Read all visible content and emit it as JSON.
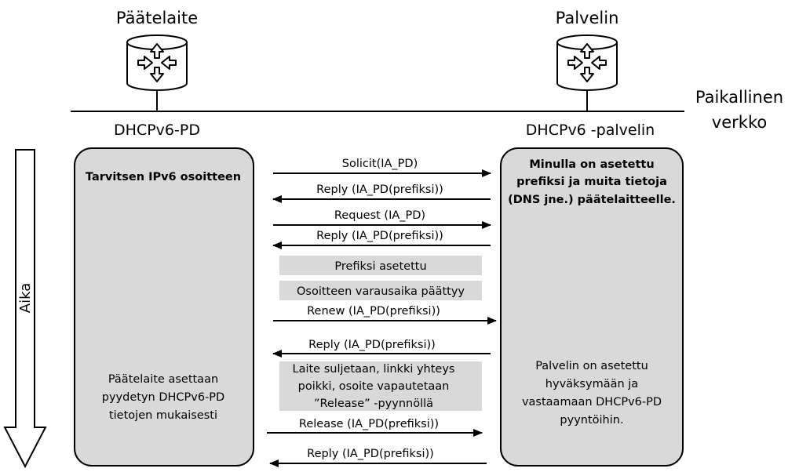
{
  "nodes": {
    "client": {
      "name": "Päätelaite",
      "role": "DHCPv6-PD"
    },
    "server": {
      "name": "Palvelin",
      "role": "DHCPv6 -palvelin"
    }
  },
  "network": {
    "line1": "Paikallinen",
    "line2": "verkko"
  },
  "time_axis": {
    "label": "Aika"
  },
  "client_box": {
    "top_text": "Tarvitsen IPv6 osoitteen",
    "bottom_lines": [
      "Päätelaite asettaan",
      "pyydetyn DHCPv6-PD",
      "tietojen mukaisesti"
    ]
  },
  "server_box": {
    "top_lines": [
      "Minulla on asetettu",
      "prefiksi ja muita tietoja",
      "(DNS jne.) päätelaitteelle."
    ],
    "bottom_lines": [
      "Palvelin on asetettu",
      "hyväksymään ja",
      "vastaamaan DHCPv6-PD",
      "pyyntöihin."
    ]
  },
  "messages": {
    "m1": "Solicit(IA_PD)",
    "m2": "Reply (IA_PD(prefiksi))",
    "m3": "Request (IA_PD)",
    "m4": "Reply (IA_PD(prefiksi))",
    "m5": "Renew (IA_PD(prefiksi))",
    "m6": "Reply (IA_PD(prefiksi))",
    "m7": "Release (IA_PD(prefiksi))",
    "m8": "Reply (IA_PD(prefiksi))"
  },
  "events": {
    "e1": "Prefiksi asetettu",
    "e2": "Osoitteen varausaika päättyy",
    "e3_lines": [
      "Laite suljetaan, linkki yhteys",
      "poikki, osoite vapautetaan",
      "”Release” -pyynnöllä"
    ]
  },
  "colors": {
    "box_fill": "#d9d9d9",
    "event_fill": "#d9d9d9",
    "line": "#000000"
  }
}
